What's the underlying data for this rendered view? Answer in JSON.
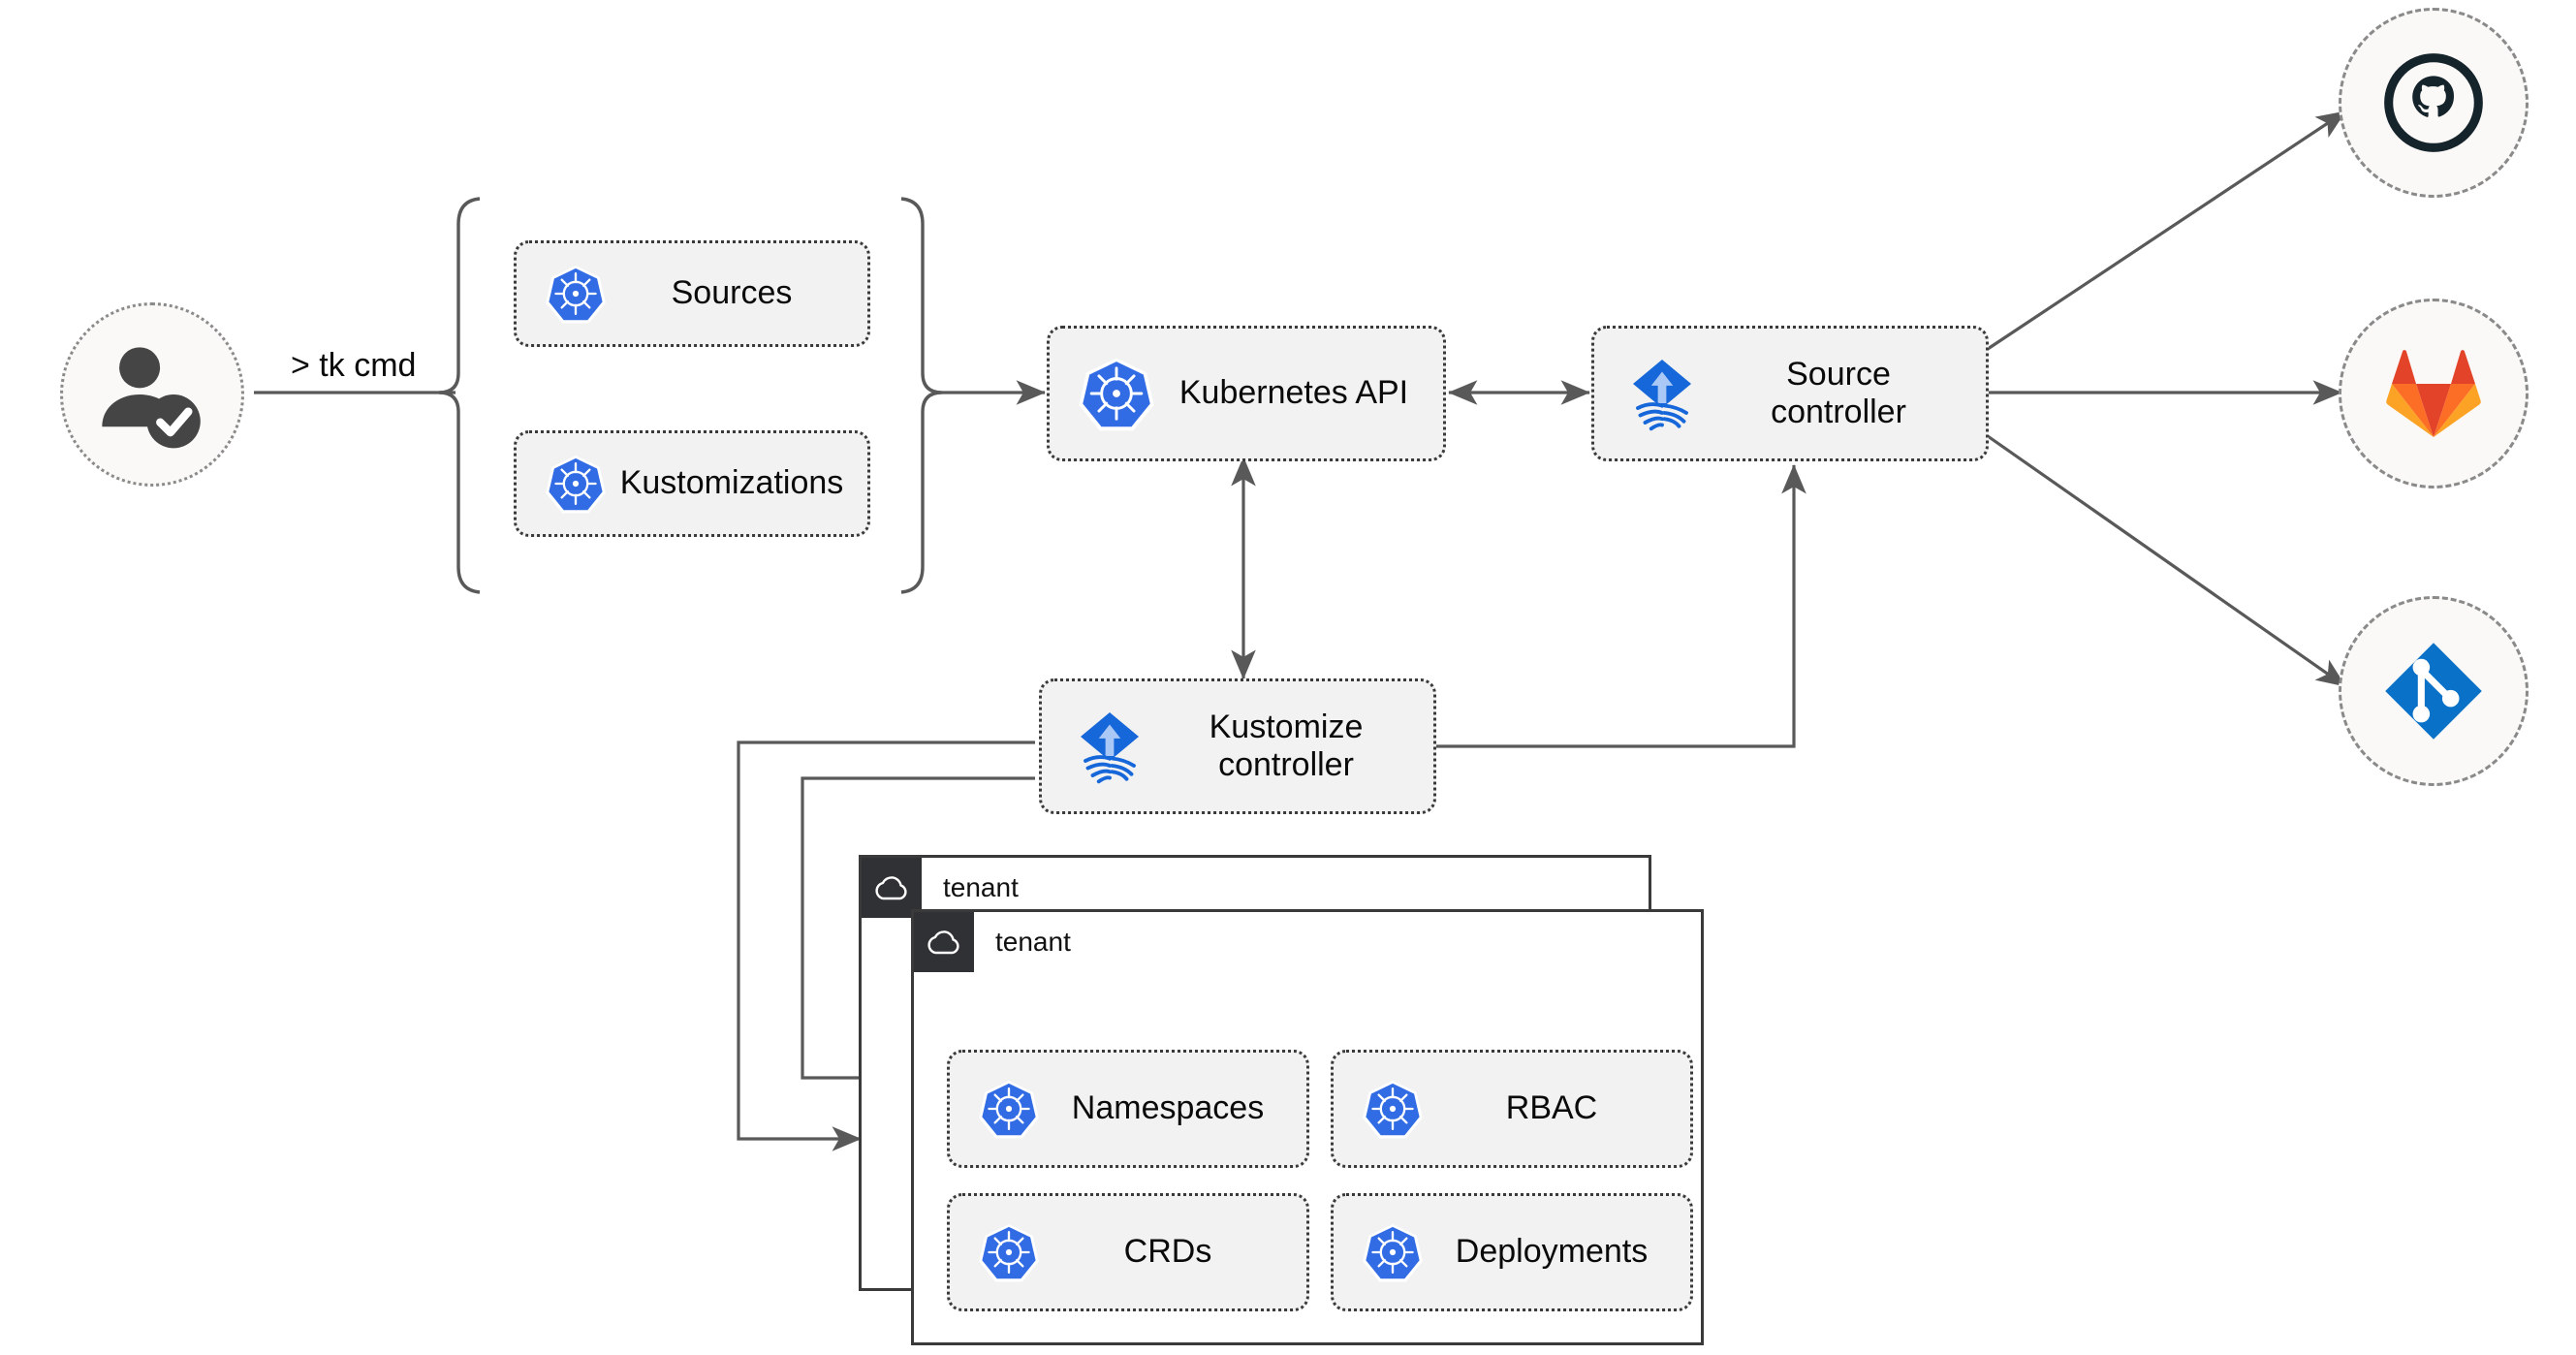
{
  "diagram": {
    "title": "Flux GitOps multi-tenancy architecture",
    "type": "flow-diagram",
    "background": "#ffffff",
    "colors": {
      "node_fill": "#f2f2f2",
      "node_border": "#3a3a3a",
      "circle_fill": "#faf9f7",
      "circle_border": "#8a8a8a",
      "edge": "#595959",
      "kubernetes_blue": "#326ce5",
      "flux_blue": "#1667d9",
      "github_dark": "#15232b",
      "gitlab_red": "#e24329",
      "gitlab_orange": "#fc6d26",
      "gitlab_light_orange": "#fca326",
      "git_blue": "#0a71c8",
      "tenant_tab": "#2f3134"
    }
  },
  "actor": {
    "name": "user-actor",
    "icon": "user-check-icon"
  },
  "command": {
    "label": "> tk cmd"
  },
  "resources_group": {
    "items": [
      {
        "label": "Sources",
        "icon": "kubernetes-icon"
      },
      {
        "label": "Kustomizations",
        "icon": "kubernetes-icon"
      }
    ]
  },
  "nodes": {
    "kubernetes_api": {
      "label": "Kubernetes API",
      "icon": "kubernetes-icon"
    },
    "source_controller": {
      "label": "Source\ncontroller",
      "icon": "flux-icon"
    },
    "kustomize_controller": {
      "label": "Kustomize\ncontroller",
      "icon": "flux-icon"
    }
  },
  "git_providers": [
    {
      "label": "github",
      "icon": "github-icon"
    },
    {
      "label": "gitlab",
      "icon": "gitlab-icon"
    },
    {
      "label": "git",
      "icon": "git-icon"
    }
  ],
  "tenants": [
    {
      "name": "tenant",
      "icon": "cloud-icon",
      "resources": []
    },
    {
      "name": "tenant",
      "icon": "cloud-icon",
      "resources": [
        {
          "label": "Namespaces",
          "icon": "kubernetes-icon"
        },
        {
          "label": "RBAC",
          "icon": "kubernetes-icon"
        },
        {
          "label": "CRDs",
          "icon": "kubernetes-icon"
        },
        {
          "label": "Deployments",
          "icon": "kubernetes-icon"
        }
      ]
    }
  ],
  "edges": [
    {
      "from": "user-actor",
      "to": "resources-group",
      "label": "> tk cmd",
      "arrow": "none"
    },
    {
      "from": "resources-group",
      "to": "kubernetes-api",
      "arrow": "end"
    },
    {
      "from": "kubernetes-api",
      "to": "source-controller",
      "arrow": "both"
    },
    {
      "from": "kubernetes-api",
      "to": "kustomize-controller",
      "arrow": "both"
    },
    {
      "from": "kustomize-controller",
      "to": "source-controller",
      "arrow": "end"
    },
    {
      "from": "source-controller",
      "to": "github",
      "arrow": "end"
    },
    {
      "from": "source-controller",
      "to": "gitlab",
      "arrow": "end"
    },
    {
      "from": "source-controller",
      "to": "git",
      "arrow": "end"
    },
    {
      "from": "kustomize-controller",
      "to": "tenant-1",
      "arrow": "end"
    },
    {
      "from": "kustomize-controller",
      "to": "tenant-2",
      "arrow": "end"
    }
  ]
}
